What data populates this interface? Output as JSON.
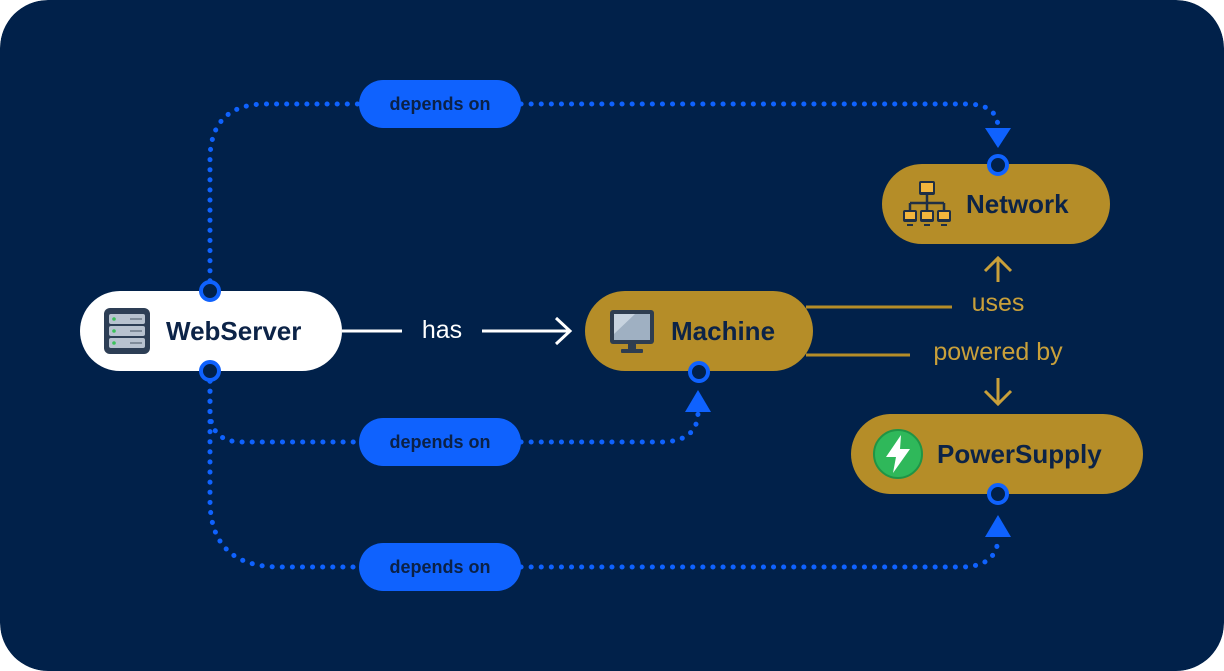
{
  "colors": {
    "background": "#01214a",
    "dependency_blue": "#0f62fe",
    "gold": "#b58d28",
    "gold_text": "#c9a03a",
    "node_text": "#0c2347",
    "white": "#ffffff"
  },
  "nodes": {
    "webserver": {
      "label": "WebServer",
      "icon": "server-icon"
    },
    "machine": {
      "label": "Machine",
      "icon": "monitor-icon"
    },
    "network": {
      "label": "Network",
      "icon": "network-icon"
    },
    "powersupply": {
      "label": "PowerSupply",
      "icon": "lightning-icon"
    }
  },
  "edges": {
    "has": "has",
    "uses": "uses",
    "powered_by": "powered by",
    "depends_network": "depends on",
    "depends_machine": "depends on",
    "depends_power": "depends on"
  }
}
